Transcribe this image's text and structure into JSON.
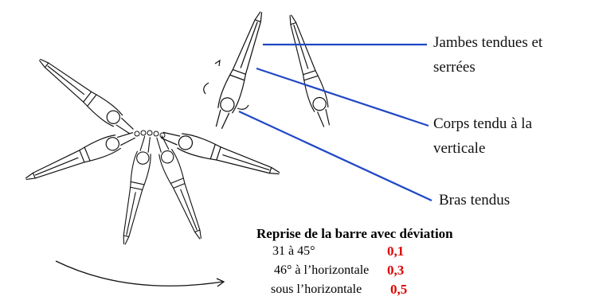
{
  "callouts": {
    "legs": [
      "Jambes tendues et",
      "serrées"
    ],
    "body": [
      "Corps tendu à la",
      "verticale"
    ],
    "arms": "Bras tendus"
  },
  "deductions": {
    "title": "Reprise de la barre avec déviation",
    "rows": [
      {
        "label": "31 à 45°",
        "value": "0,1"
      },
      {
        "label": "46° à l’horizontale",
        "value": "0,3"
      },
      {
        "label": "sous l’horizontale",
        "value": "0,5"
      }
    ]
  },
  "colors": {
    "pointer": "#1f47c6",
    "deduction_value": "#e00000",
    "line_art": "#111111"
  }
}
